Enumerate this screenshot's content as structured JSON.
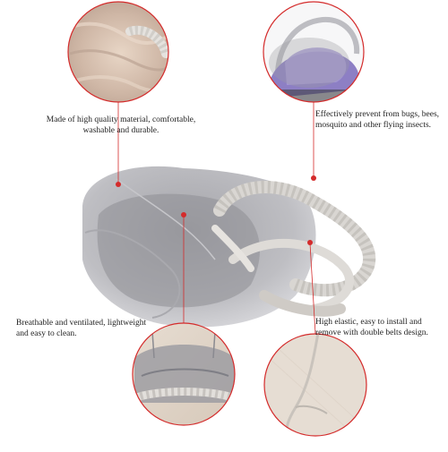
{
  "captions": {
    "top_left": "Made of high quality material, comfortable, washable and durable.",
    "top_right": "Effectively prevent from bugs, bees, mosquito and other flying insects.",
    "bottom_left": "Breathable and ventilated, lightweight and easy to clean.",
    "bottom_right": "High elastic, easy to install and remove with double belts design."
  },
  "colors": {
    "accent": "#d42b2b",
    "mesh": "#b7b7bc",
    "trim": "#d9d6d2",
    "plush": "#cfb7a6",
    "car_seat_purple": "#8d7fc4"
  },
  "icons": [
    "leader-dot",
    "zoom-circle"
  ]
}
